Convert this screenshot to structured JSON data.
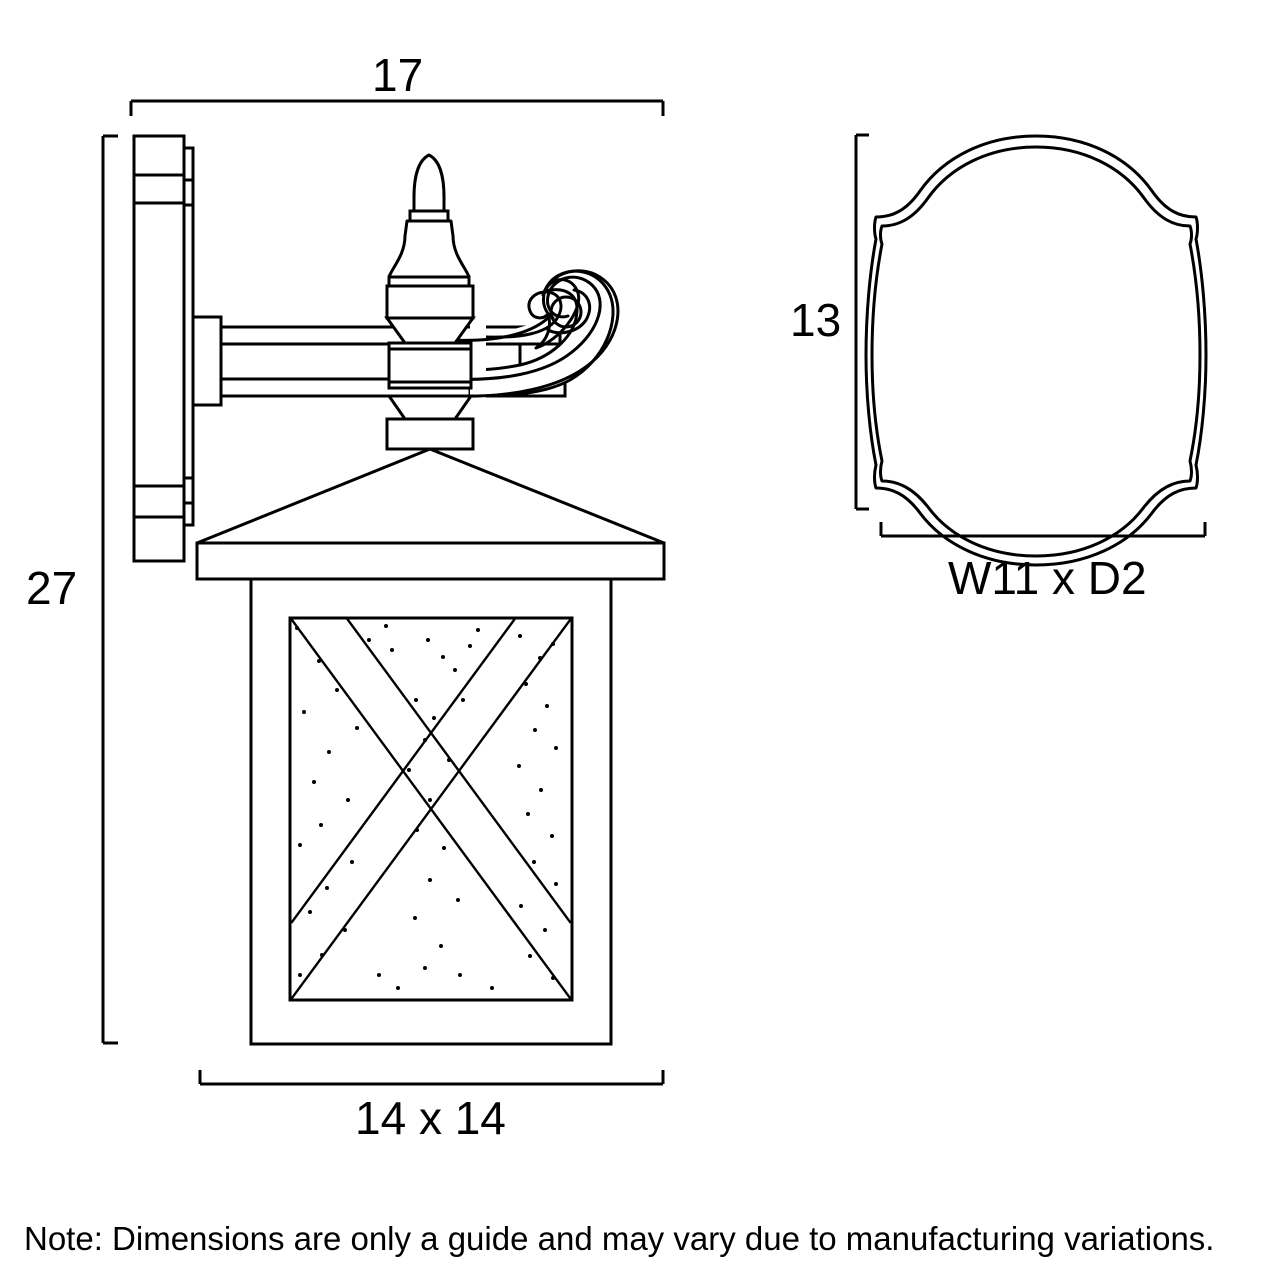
{
  "drawing": {
    "title": "Outdoor wall lantern dimension drawing",
    "units_note": "Note: Dimensions are only a guide and may vary due to manufacturing variations."
  },
  "front_view": {
    "name": "front-elevation",
    "dimensions": {
      "overall_height": "27",
      "overall_projection_width": "17",
      "lantern_body": "14 x 14"
    },
    "parts": [
      "wall-plate",
      "arm",
      "scroll",
      "finial",
      "roof-cap",
      "lantern-body",
      "glass-panel",
      "x-brace"
    ]
  },
  "side_view": {
    "name": "backplate-profile",
    "dimensions": {
      "plate_height": "13",
      "plate_width_depth": "W11 x D2"
    }
  },
  "colors": {
    "line": "#000000",
    "background": "#ffffff"
  }
}
